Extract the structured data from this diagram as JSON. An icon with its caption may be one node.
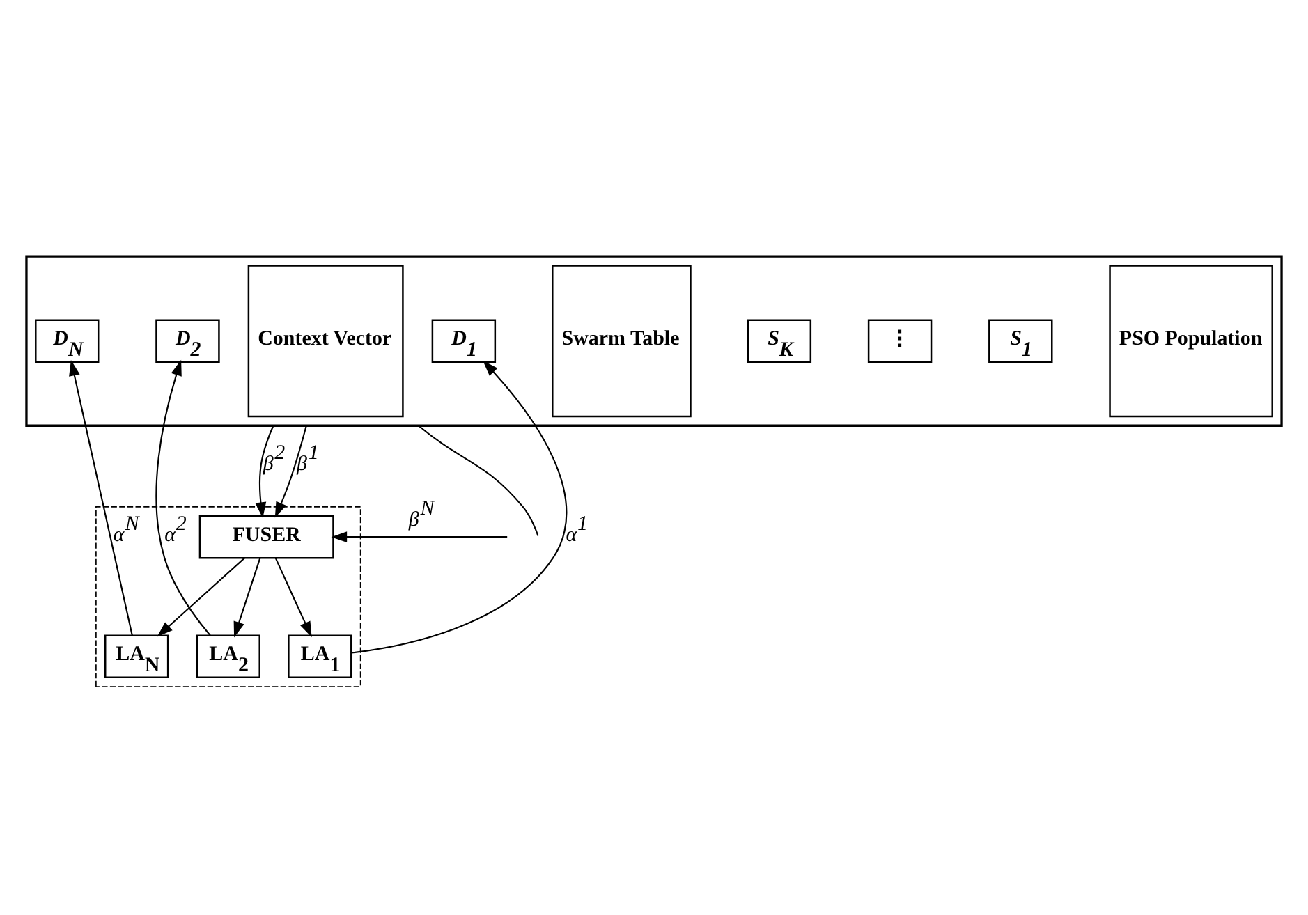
{
  "diagram": {
    "nodes": [
      {
        "text": [],
        "shape": "box"
      },
      {
        "text": [
          "D$_{N}$"
        ],
        "in": 0
      },
      {
        "text": [
          "D$_{2}$"
        ],
        "in": 0
      },
      {
        "text": [
          "D$_{1}$"
        ],
        "in": 0
      },
      {
        "text": [
          "Swarm Table"
        ],
        "in": 0
      },
      {
        "text": [
          "S$_{K}$"
        ],
        "in": 0
      },
      {
        "text": [
          "⋮"
        ],
        "in": 0
      },
      {
        "text": [
          "S$_{1}$"
        ],
        "in": 0
      },
      {
        "text": [
          "PSO Population"
        ],
        "in": 0
      },
      {
        "text": [
          "Context Vector"
        ],
        "in": 0
      },
      {
        "text": [],
        "shape": "box"
      },
      {
        "text": [
          "LA$_{1}$"
        ],
        "in": 10
      },
      {
        "text": [
          "LA$_{2}$"
        ],
        "in": 10
      },
      {
        "text": [
          "LA$_{N}$"
        ],
        "in": 10
      },
      {
        "text": [
          "FUSER"
        ],
        "in": 10
      }
    ],
    "edges": [
      {
        "from": 11,
        "to": 3,
        "arrow": "to",
        "label": "α$^{1}$"
      },
      {
        "from": 12,
        "to": 2,
        "arrow": "to",
        "label": "α$^{2}$"
      },
      {
        "from": 13,
        "to": 1,
        "arrow": "to",
        "label": "α$^{N}$"
      },
      {
        "from": 14,
        "to": 11,
        "arrow": "to"
      },
      {
        "from": 14,
        "to": 12,
        "arrow": "to"
      },
      {
        "from": 14,
        "to": 13,
        "arrow": "to"
      },
      {
        "from": 0,
        "to": 14,
        "arrow": "to",
        "label": "β$^{1}$"
      },
      {
        "from": 0,
        "to": 14,
        "arrow": "to",
        "label": "β$^{2}$"
      },
      {
        "from": null,
        "to": 14,
        "arrow": "to",
        "label": "β$^{N}$"
      },
      {
        "from": 0,
        "to": null,
        "arrow": "none"
      }
    ]
  }
}
